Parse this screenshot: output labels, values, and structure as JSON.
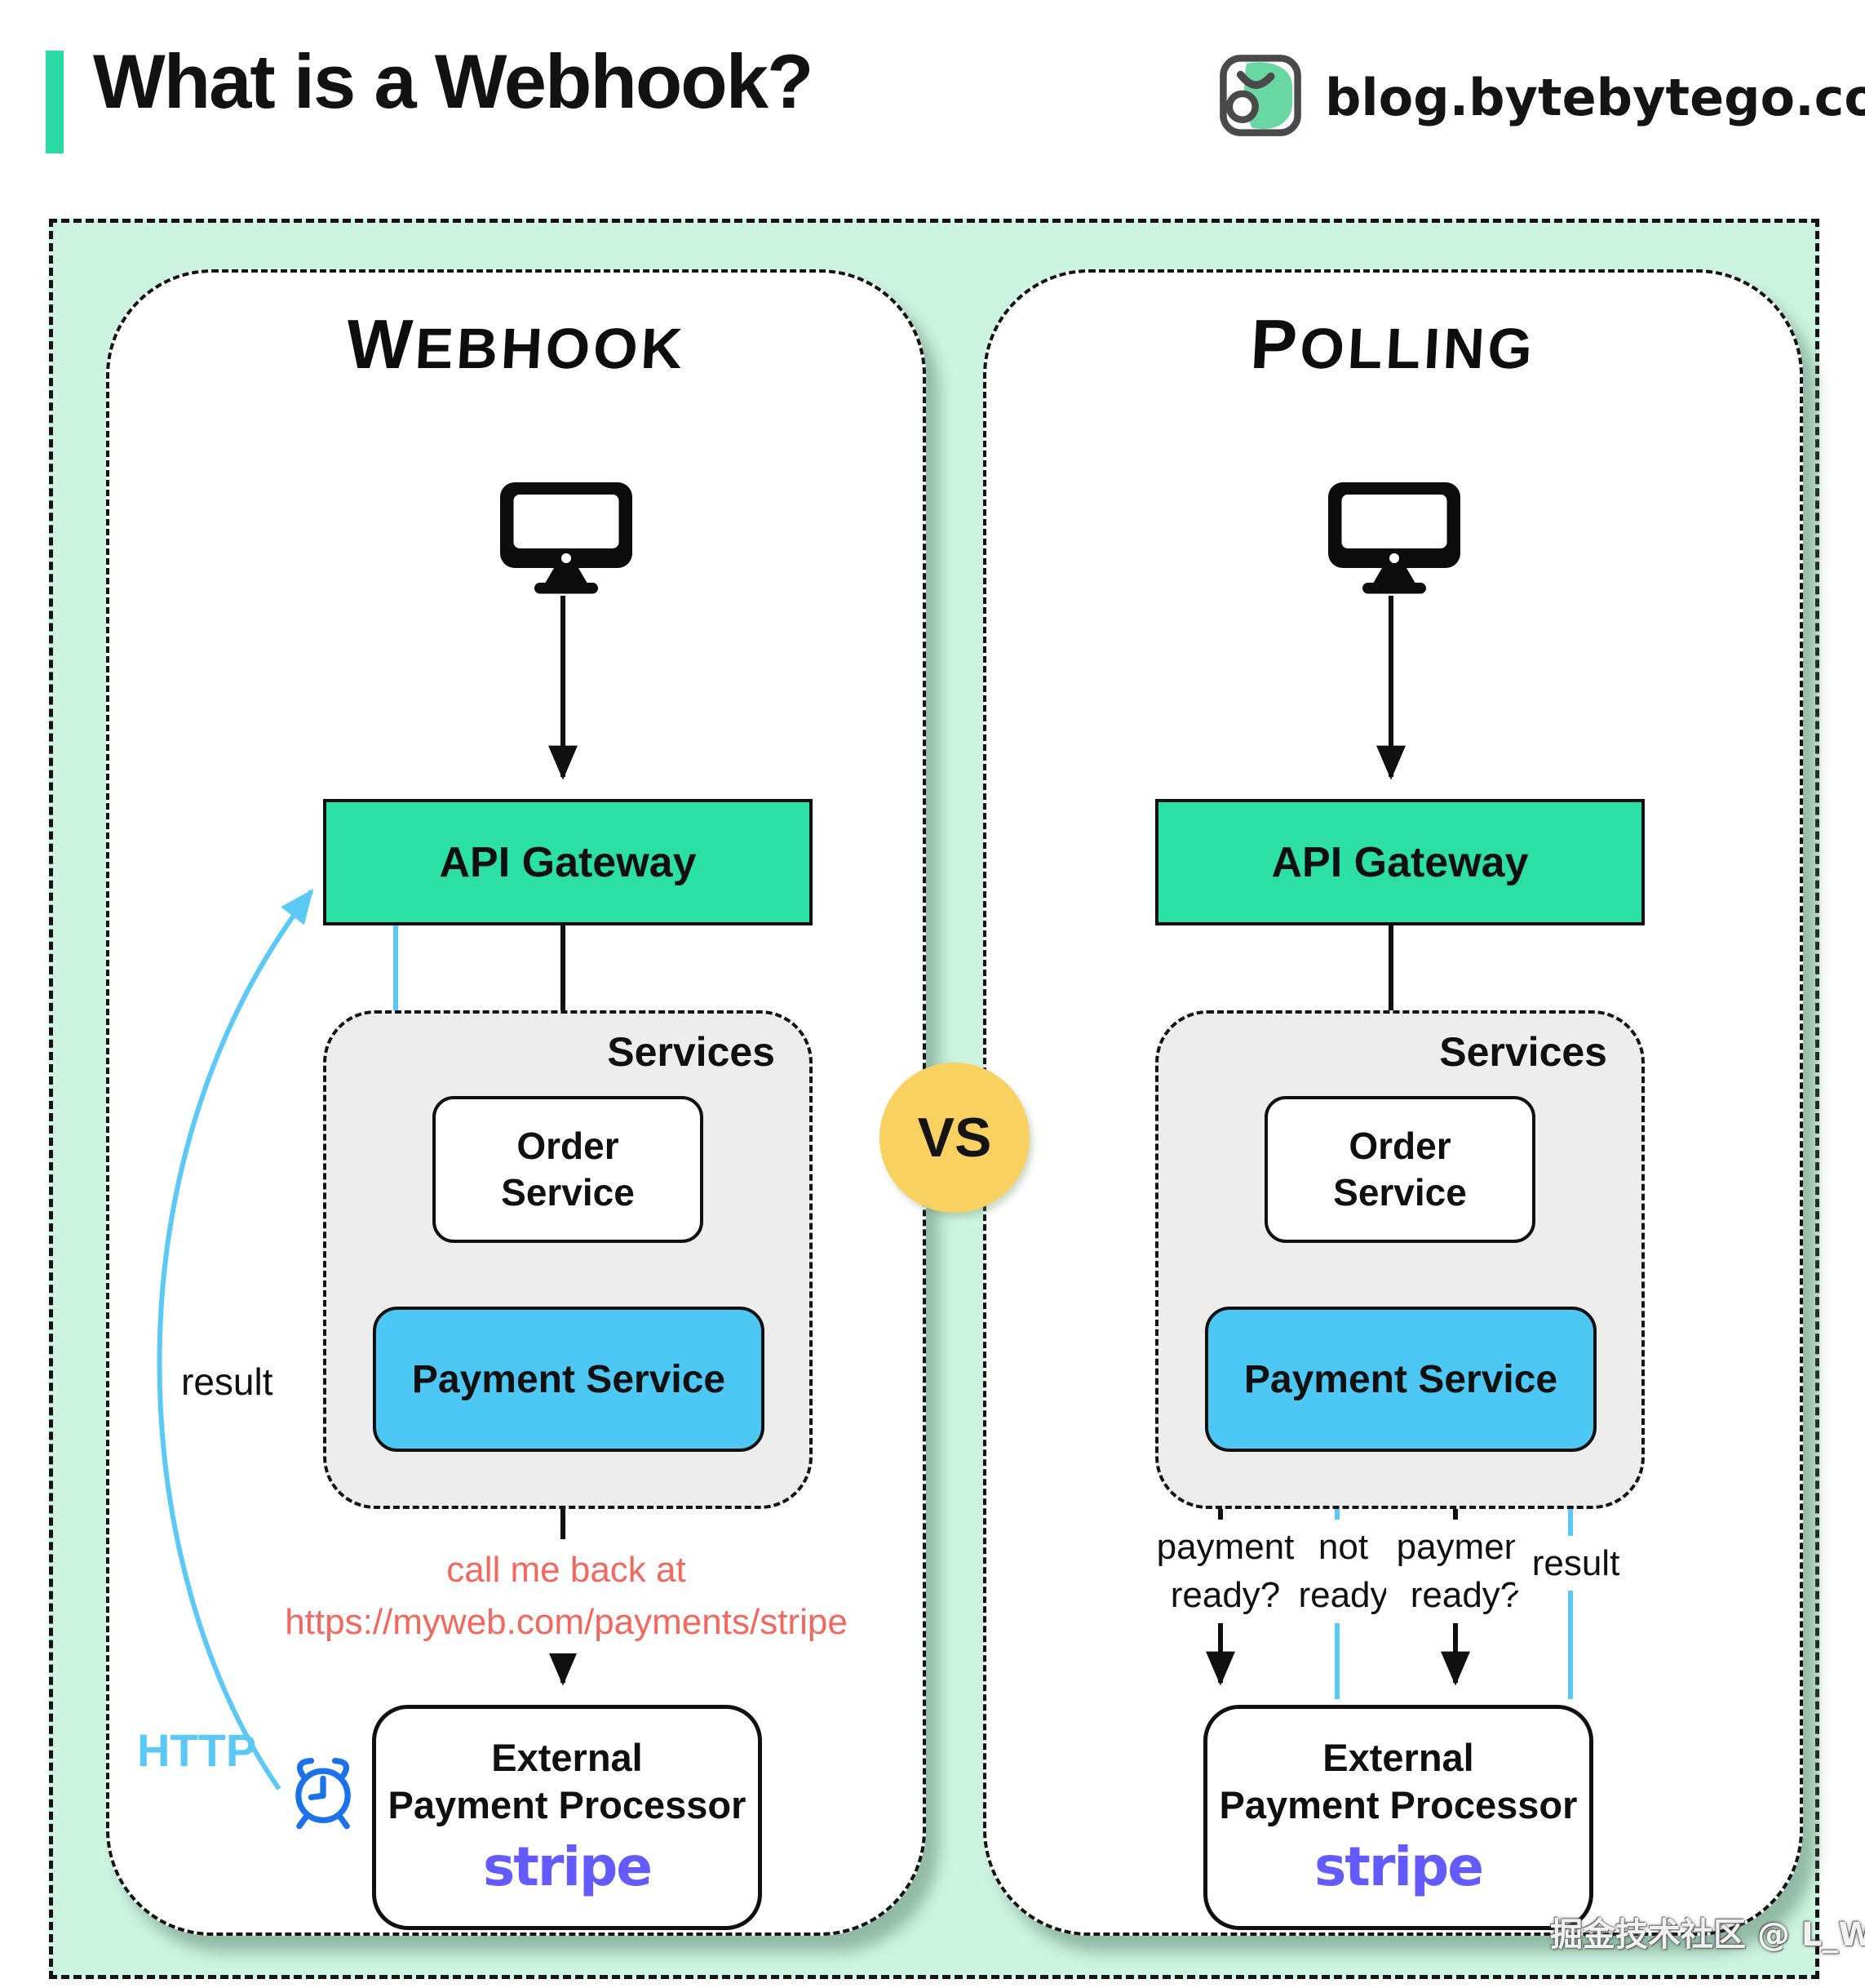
{
  "header": {
    "title": "What is a Webhook?",
    "brand": "blog.bytebytego.com"
  },
  "vs_label": "VS",
  "watermark": "掘金技术社区 @ L_Weiwu",
  "colors": {
    "accent_green": "#2BD9A5",
    "mint_background": "#CDF4E0",
    "gateway_green": "#2BDFA5",
    "payment_blue": "#4DC8F4",
    "arrow_blue": "#5BC9F5",
    "vs_yellow": "#F8D160",
    "note_red": "#F2685F",
    "stripe_purple": "#635BFF",
    "clock_blue": "#1B72E8"
  },
  "webhook": {
    "title": "Webhook",
    "api_gateway_label": "API Gateway",
    "services_label": "Services",
    "order_service_label": "Order Service",
    "payment_service_label": "Payment Service",
    "callback_line1": "call me back at",
    "callback_line2": "https://myweb.com/payments/stripe",
    "external_line1": "External",
    "external_line2": "Payment Processor",
    "stripe_label": "stripe",
    "http_label": "HTTP",
    "result_label": "result"
  },
  "polling": {
    "title": "Polling",
    "api_gateway_label": "API Gateway",
    "services_label": "Services",
    "order_service_label": "Order Service",
    "payment_service_label": "Payment Service",
    "external_line1": "External",
    "external_line2": "Payment Processor",
    "stripe_label": "stripe",
    "arrow_labels": [
      "payment ready?",
      "not ready",
      "payment ready?",
      "result"
    ]
  }
}
